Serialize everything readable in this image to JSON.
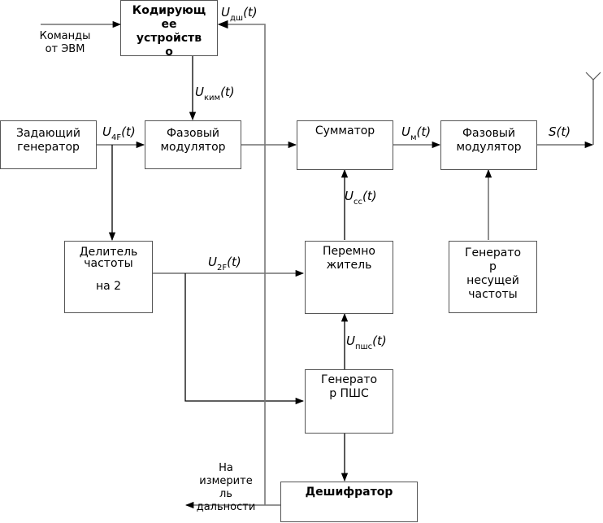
{
  "diagram": {
    "type": "block-diagram",
    "blocks": [
      {
        "id": "encoder",
        "label": "Кодирующ\nее\nустройств\nо",
        "bold": true
      },
      {
        "id": "master_gen",
        "label": "Задающий\nгенератор",
        "bold": false
      },
      {
        "id": "phase_mod_1",
        "label": "Фазовый\nмодулятор",
        "bold": false
      },
      {
        "id": "adder",
        "label": "Сумматор",
        "bold": false
      },
      {
        "id": "phase_mod_2",
        "label": "Фазовый\nмодулятор",
        "bold": false
      },
      {
        "id": "divider",
        "label": "Делитель\nчастоты\n\nна 2",
        "bold": false
      },
      {
        "id": "multiplier",
        "label": "Перемно\nжитель",
        "bold": false
      },
      {
        "id": "carrier_gen",
        "label": "Генерато\nр\nнесущей\nчастоты",
        "bold": false
      },
      {
        "id": "prn_gen",
        "label": "Генерато\nр ПШС",
        "bold": false
      },
      {
        "id": "decoder",
        "label": "Дешифратор",
        "bold": true
      }
    ],
    "signals": [
      {
        "id": "u_dsh",
        "main": "U",
        "sub": "дш",
        "arg": "(t)"
      },
      {
        "id": "u_kim",
        "main": "U",
        "sub": "ким",
        "arg": "(t)"
      },
      {
        "id": "u_4f",
        "main": "U",
        "sub": "4F",
        "arg": "(t)"
      },
      {
        "id": "u_m",
        "main": "U",
        "sub": "м",
        "arg": "(t)"
      },
      {
        "id": "s_t",
        "main": "S",
        "sub": "",
        "arg": "(t)"
      },
      {
        "id": "u_cc",
        "main": "U",
        "sub": "cc",
        "arg": "(t)"
      },
      {
        "id": "u_2f",
        "main": "U",
        "sub": "2F",
        "arg": "(t)"
      },
      {
        "id": "u_pshs",
        "main": "U",
        "sub": "пшс",
        "arg": "(t)"
      }
    ],
    "notes": {
      "commands": "Команды\nот ЭВМ",
      "range_meter": "На\nизмерите\nль\nдальности"
    },
    "colors": {
      "line": "#000000",
      "feedback_line": "#777777",
      "border": "#555555"
    }
  }
}
